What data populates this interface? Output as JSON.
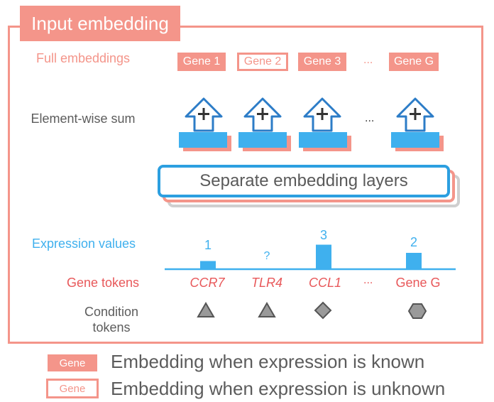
{
  "title": "Input embedding",
  "rows": {
    "full_embeddings": "Full embeddings",
    "element_wise_sum": "Element-wise sum",
    "expression_values": "Expression values",
    "gene_tokens": "Gene tokens",
    "condition_tokens": "Condition\ntokens"
  },
  "genes": [
    {
      "chip": "Gene 1",
      "known": true
    },
    {
      "chip": "Gene 2",
      "known": false
    },
    {
      "chip": "Gene 3",
      "known": true
    },
    {
      "chip": "Gene G",
      "known": true
    }
  ],
  "ellipsis": "...",
  "separate_layers": "Separate embedding layers",
  "expression": [
    {
      "label": "1",
      "value": 1
    },
    {
      "label": "?",
      "value": 0
    },
    {
      "label": "3",
      "value": 3
    },
    {
      "label": "2",
      "value": 2
    }
  ],
  "gene_tokens": [
    {
      "text": "CCR7",
      "italic": true
    },
    {
      "text": "TLR4",
      "italic": true
    },
    {
      "text": "CCL1",
      "italic": true
    },
    {
      "text": "Gene G",
      "italic": false
    }
  ],
  "condition_shapes": [
    "triangle",
    "triangle",
    "diamond",
    "hexagon"
  ],
  "legend": {
    "chip_label": "Gene",
    "known_text": "Embedding when expression is known",
    "unknown_text": "Embedding when expression is unknown"
  },
  "colors": {
    "salmon": "#f4958a",
    "red_text": "#e8585a",
    "blue": "#3fb0ee",
    "dark_blue": "#2c7cc7",
    "grey": "#5c5c5c"
  }
}
